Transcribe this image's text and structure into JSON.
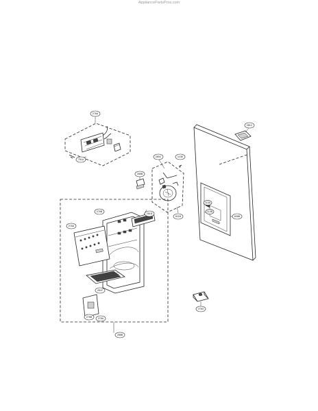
{
  "header": {
    "source_text": "AppliancePartsPros.com"
  },
  "callouts": {
    "c_top_left": "276A",
    "c_left_small": "751A",
    "c_center_top": "280C",
    "c_center_right": "113E",
    "c_connector": "285B",
    "c_motor": "611B",
    "c_cover_top": "276B",
    "c_cover_grille": "261B",
    "c_panel": "276A",
    "c_tray_sensor": "261F",
    "c_bottom_a": "276B",
    "c_bottom_b": "276A",
    "c_group_bottom": "288B",
    "c_door_cap": "281C",
    "c_door_a": "113A",
    "c_door_b": "113B",
    "c_door_c": "606B",
    "c_bracket": "276G"
  }
}
